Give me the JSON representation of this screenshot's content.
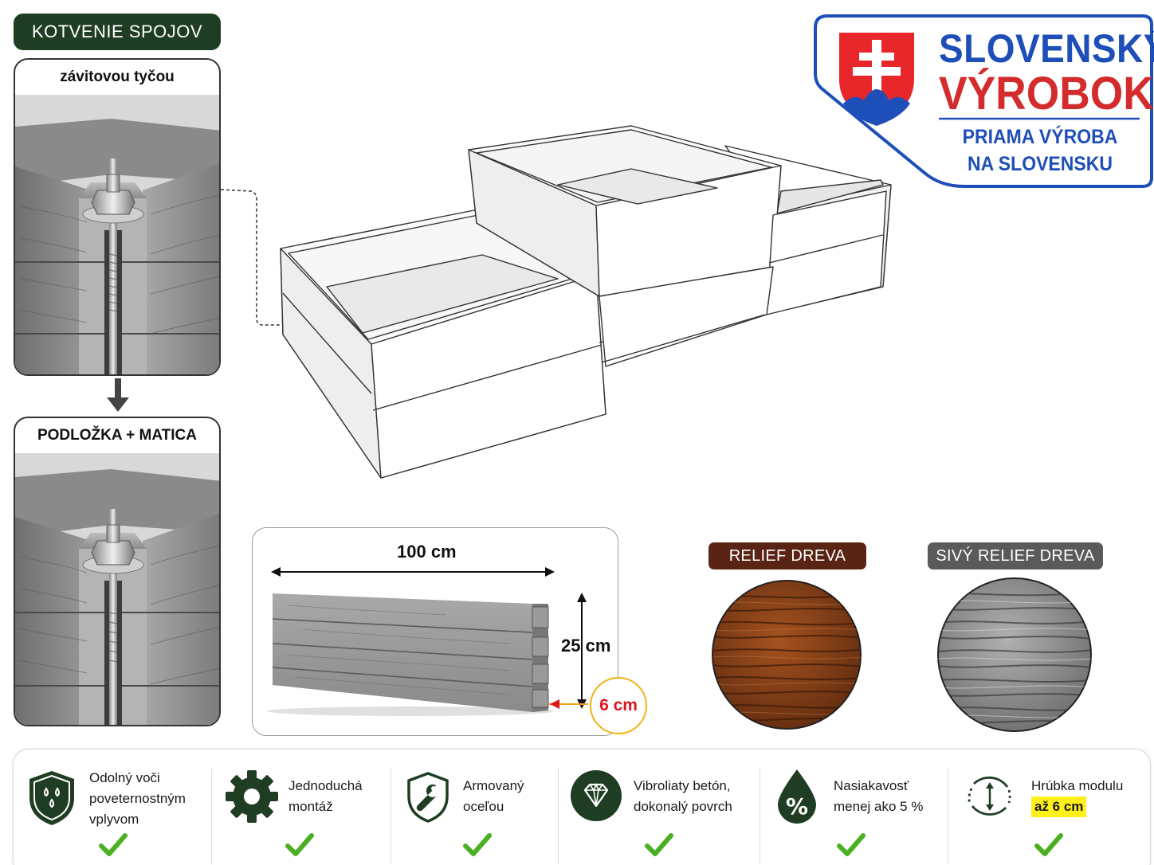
{
  "anchoring": {
    "title": "KOTVENIE SPOJOV",
    "step1": "závitovou tyčou",
    "step2": "PODLOŽKA + MATICA"
  },
  "badge": {
    "line1": "SLOVENSKÝ",
    "line2": "VÝROBOK",
    "sub1": "PRIAMA VÝROBA",
    "sub2": "NA SLOVENSKU"
  },
  "dimensions": {
    "length": "100 cm",
    "height": "25 cm",
    "thickness": "6 cm"
  },
  "finishes": [
    {
      "label": "RELIEF DREVA",
      "color": "#5a2414"
    },
    {
      "label": "SIVÝ RELIEF DREVA",
      "color": "#5a5a5a"
    }
  ],
  "features": [
    {
      "icon": "shield-drops-icon",
      "lines": [
        "Odolný voči",
        "poveternostným",
        "vplyvom"
      ]
    },
    {
      "icon": "gear-icon",
      "lines": [
        "Jednoduchá",
        "montáž"
      ]
    },
    {
      "icon": "shield-wrench-icon",
      "lines": [
        "Armovaný",
        "oceľou"
      ]
    },
    {
      "icon": "diamond-icon",
      "lines": [
        "Vibroliaty betón,",
        "dokonalý povrch"
      ]
    },
    {
      "icon": "percent-drop-icon",
      "lines": [
        "Nasiakavosť",
        "menej ako 5 %"
      ]
    },
    {
      "icon": "thickness-icon",
      "lines": [
        "Hrúbka modulu",
        "až 6 cm"
      ]
    }
  ],
  "colors": {
    "brand_green": "#1f3d22",
    "check_green": "#4caf22",
    "badge_blue": "#1e4fb8",
    "badge_red": "#d42c2c",
    "highlight": "#ffef1a"
  }
}
